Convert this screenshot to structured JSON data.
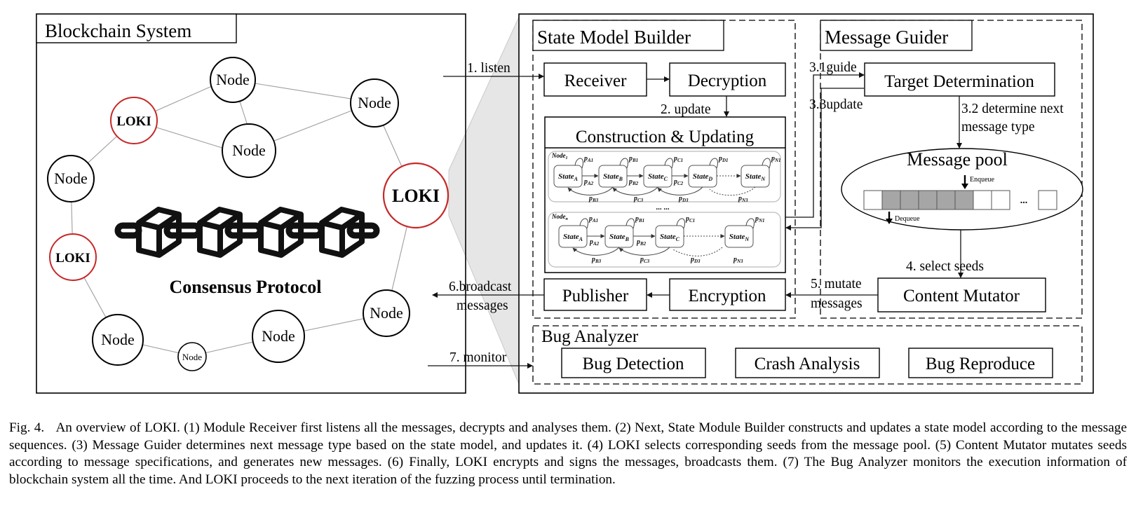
{
  "colors": {
    "loki_ring": "#c62828",
    "arrow": "#111111",
    "link": "#9e9e9e",
    "zoom_wedge": "#e6e6e6",
    "queue_fill": "#a6a6a6",
    "chain_block": "#111111"
  },
  "blockchain": {
    "title": "Blockchain System",
    "node_label": "Node",
    "loki_label": "LOKI",
    "consensus_label": "Consensus Protocol"
  },
  "edges": {
    "listen": "1. listen",
    "update": "2. update",
    "guide": "3.1guide",
    "update33": "3.3update",
    "determine_line1": "3.2 determine next",
    "determine_line2": "message type",
    "select": "4. select seeds",
    "mutate_line1": "5. mutate",
    "mutate_line2": "messages",
    "broadcast_line1": "6.broadcast",
    "broadcast_line2": "messages",
    "monitor": "7. monitor"
  },
  "state_model_builder": {
    "title": "State Model Builder",
    "receiver": "Receiver",
    "decryption": "Decryption",
    "construction": "Construction & Updating",
    "publisher": "Publisher",
    "encryption": "Encryption",
    "ellipsis": "... ..."
  },
  "state_rows": [
    {
      "node": "Node",
      "node_sub": "1",
      "states": [
        {
          "base": "State",
          "sub": "A",
          "subsub": "1"
        },
        {
          "base": "State",
          "sub": "B",
          "subsub": "1"
        },
        {
          "base": "State",
          "sub": "C",
          "subsub": "n"
        },
        {
          "base": "State",
          "sub": "D",
          "subsub": "n"
        },
        {
          "base": "State",
          "sub": "N",
          "subsub": "1"
        }
      ],
      "self_loops": [
        "p_A1",
        "p_B1",
        "p_C1",
        "p_D1",
        "p_N1"
      ],
      "forward": [
        "p_A2",
        "p_B2",
        "p_C2"
      ],
      "bottom": [
        "p_B3",
        "p_C3",
        "p_D3",
        "p_N3"
      ]
    },
    {
      "node": "Node",
      "node_sub": "n",
      "states": [
        {
          "base": "State",
          "sub": "A",
          "subsub": "n"
        },
        {
          "base": "State",
          "sub": "B",
          "subsub": "n"
        },
        {
          "base": "State",
          "sub": "C",
          "subsub": "n"
        },
        {
          "base": "State",
          "sub": "N",
          "subsub": "n"
        }
      ],
      "self_loops": [
        "p_A1",
        "p_B1",
        "p_C1",
        "p_N1"
      ],
      "forward": [
        "p_A2",
        "p_B2"
      ],
      "bottom": [
        "p_B3",
        "p_C3",
        "p_D3",
        "p_N3"
      ]
    }
  ],
  "message_guider": {
    "title": "Message Guider",
    "target": "Target Determination",
    "pool": "Message pool",
    "enqueue": "Enqueue",
    "dequeue": "Dequeue",
    "queue_dots": "...",
    "mutator": "Content Mutator"
  },
  "bug_analyzer": {
    "title": "Bug Analyzer",
    "detection": "Bug Detection",
    "crash": "Crash Analysis",
    "reproduce": "Bug Reproduce"
  },
  "caption": {
    "label": "Fig. 4.",
    "text": "An overview of LOKI. (1) Module Receiver first listens all the messages, decrypts and analyses them. (2) Next, State Module Builder constructs and updates a state model according to the message sequences. (3) Message Guider determines next message type based on the state model, and updates it. (4) LOKI selects corresponding seeds from the message pool. (5) Content Mutator mutates seeds according to message specifications, and generates new messages. (6) Finally, LOKI encrypts and signs the messages, broadcasts them. (7) The Bug Analyzer monitors the execution information of blockchain system all the time. And LOKI proceeds to the next iteration of the fuzzing process until termination."
  }
}
